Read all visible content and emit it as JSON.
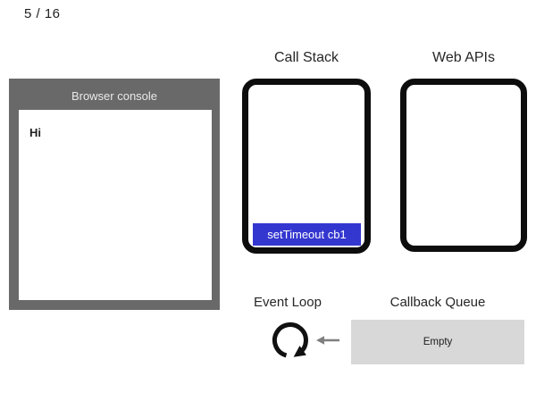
{
  "slide": {
    "counter": "5 / 16"
  },
  "console": {
    "title": "Browser console",
    "lines": [
      "Hi"
    ]
  },
  "call_stack": {
    "title": "Call Stack",
    "frames": [
      {
        "label": "setTimeout cb1",
        "color": "#3437cf"
      }
    ]
  },
  "web_apis": {
    "title": "Web APIs",
    "items": []
  },
  "event_loop": {
    "title": "Event Loop",
    "icon": "clockwise-loop-arrow"
  },
  "callback_queue": {
    "title": "Callback Queue",
    "status": "Empty"
  },
  "colors": {
    "console_frame": "#696969",
    "console_title_text": "#e9e9e9",
    "stack_frame_blue": "#3437cf",
    "queue_box_gray": "#d8d8d8",
    "box_border": "#0d0d0d",
    "arrow_gray": "#7f7f7f",
    "text_dark": "#262626",
    "background": "#ffffff"
  }
}
